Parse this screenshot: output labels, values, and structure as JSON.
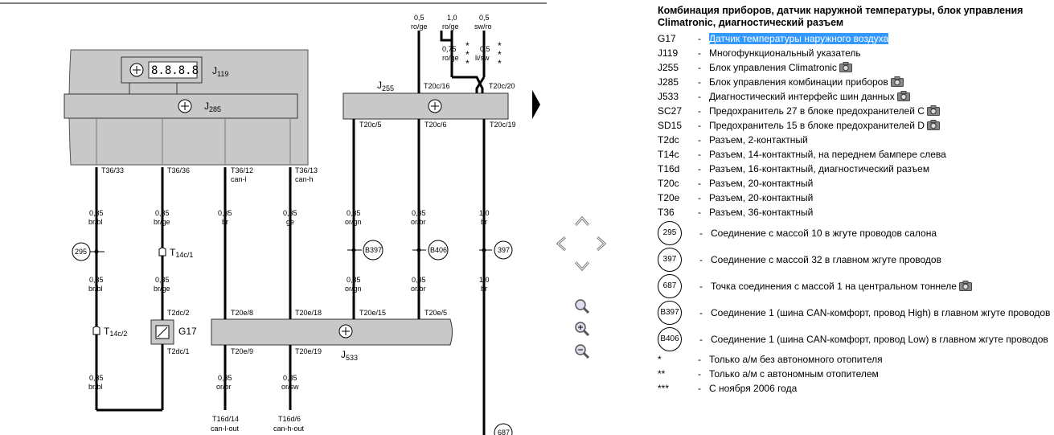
{
  "legend": {
    "title": "Комбинация приборов, датчик наружной температуры, блок управления Climatronic, диагностический разъем",
    "items": [
      {
        "code": "G17",
        "desc": "Датчик температуры наружного воздуха",
        "cam": false,
        "hl": true
      },
      {
        "code": "J119",
        "desc": "Многофункциональный указатель",
        "cam": false
      },
      {
        "code": "J255",
        "desc": "Блок управления Climatronic",
        "cam": true
      },
      {
        "code": "J285",
        "desc": "Блок управления комбинации приборов",
        "cam": true
      },
      {
        "code": "J533",
        "desc": "Диагностический интерфейс шин данных",
        "cam": true
      },
      {
        "code": "SC27",
        "desc": "Предохранитель 27 в блоке предохранителей C",
        "cam": true
      },
      {
        "code": "SD15",
        "desc": "Предохранитель 15 в блоке предохранителей D",
        "cam": true
      },
      {
        "code": "T2dc",
        "desc": "Разъем, 2-контактный",
        "cam": false
      },
      {
        "code": "T14c",
        "desc": "Разъем, 14-контактный, на переднем бампере слева",
        "cam": false
      },
      {
        "code": "T16d",
        "desc": "Разъем, 16-контактный, диагностический разъем",
        "cam": false
      },
      {
        "code": "T20c",
        "desc": "Разъем, 20-контактный",
        "cam": false
      },
      {
        "code": "T20e",
        "desc": "Разъем, 20-контактный",
        "cam": false
      },
      {
        "code": "T36",
        "desc": "Разъем, 36-контактный",
        "cam": false
      }
    ],
    "circles": [
      {
        "code": "295",
        "desc": "Соединение с массой 10 в жгуте проводов салона",
        "cam": false
      },
      {
        "code": "397",
        "desc": "Соединение с массой 32 в главном жгуте проводов",
        "cam": false
      },
      {
        "code": "687",
        "desc": "Точка соединения с массой 1 на центральном тоннеле",
        "cam": true
      },
      {
        "code": "B397",
        "desc": "Соединение 1 (шина CAN-комфорт, провод High) в главном жгуте проводов",
        "cam": false
      },
      {
        "code": "B406",
        "desc": "Соединение 1 (шина CAN-комфорт, провод Low) в главном жгуте проводов",
        "cam": false
      }
    ],
    "notes": [
      {
        "code": "*",
        "desc": "Только а/м без автономного отопителя"
      },
      {
        "code": "**",
        "desc": "Только а/м с автономным отопителем"
      },
      {
        "code": "***",
        "desc": "С ноября 2006 года"
      }
    ]
  },
  "diagram": {
    "components": {
      "j119": "J",
      "j119_sub": "119",
      "j285": "J",
      "j285_sub": "285",
      "j255": "J",
      "j255_sub": "255",
      "j533": "J",
      "j533_sub": "533",
      "g17": "G17",
      "lcd": "8.8.8.8"
    },
    "top_wires": [
      {
        "size": "0,5",
        "color": "ro/ge"
      },
      {
        "size": "1,0",
        "color": "ro/ge"
      },
      {
        "size": "0,5",
        "color": "sw/ro"
      },
      {
        "size": "0,75",
        "color": "ro/ge"
      },
      {
        "size": "0,5",
        "color": "li/sw"
      }
    ],
    "pins": [
      "T36/33",
      "T36/36",
      "T36/12",
      "can-l",
      "T36/13",
      "can-h",
      "T20c/16",
      "T20c/20",
      "T20c/5",
      "T20c/6",
      "T20c/19",
      "T2dc/2",
      "T2dc/1",
      "T20e/8",
      "T20e/18",
      "T20e/15",
      "T20e/5",
      "T20e/9",
      "T20e/19",
      "T16d/14",
      "can-l-out",
      "T16d/6",
      "can-h-out"
    ],
    "wire_labels": [
      {
        "size": "0,35",
        "color": "br/bl"
      },
      {
        "size": "0,35",
        "color": "br/ge"
      },
      {
        "size": "0,35",
        "color": "br"
      },
      {
        "size": "0,35",
        "color": "ge"
      },
      {
        "size": "0,35",
        "color": "or/gn"
      },
      {
        "size": "0,35",
        "color": "or/br"
      },
      {
        "size": "1,0",
        "color": "br"
      },
      {
        "size": "0,35",
        "color": "br/bl"
      },
      {
        "size": "0,35",
        "color": "br/ge"
      },
      {
        "size": "0,35",
        "color": "or/gn"
      },
      {
        "size": "0,35",
        "color": "or/br"
      },
      {
        "size": "1,0",
        "color": "br"
      },
      {
        "size": "0,35",
        "color": "br/bl"
      },
      {
        "size": "0,35",
        "color": "or/br"
      },
      {
        "size": "0,35",
        "color": "or/sw"
      }
    ],
    "grounds": [
      "295",
      "397",
      "687",
      "B397",
      "B406"
    ],
    "connectors": {
      "t14c_1": "T",
      "t14c_1_sub": "14c/1",
      "t14c_2": "T",
      "t14c_2_sub": "14c/2"
    },
    "stars": {
      "a": "*",
      "b": "*",
      "c": "*"
    }
  },
  "nav": {
    "up": "up-arrow",
    "down": "down-arrow",
    "left": "left-arrow",
    "right": "right-arrow",
    "zoom": "zoom",
    "zoom_in": "zoom-in",
    "zoom_out": "zoom-out"
  }
}
